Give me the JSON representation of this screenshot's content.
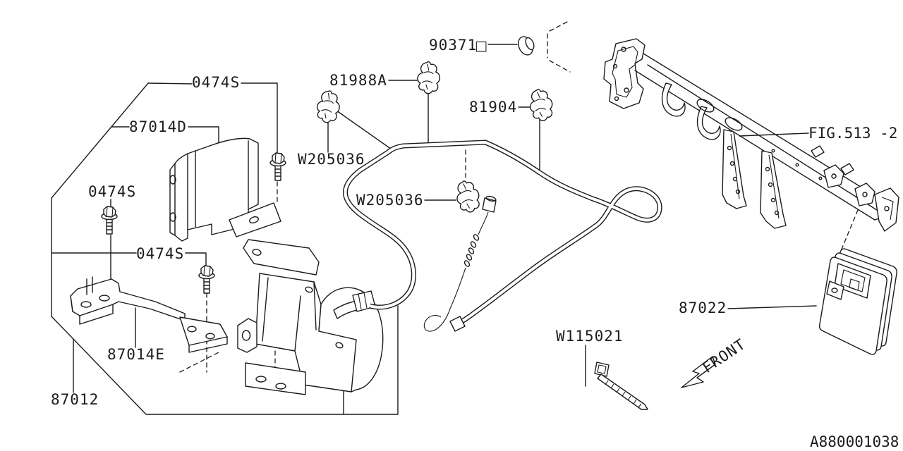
{
  "diagram_title": "Cruise control equipment parts diagram",
  "labels": {
    "p0474s_a": "0474S",
    "p87014d": "87014D",
    "p0474s_b": "0474S",
    "p0474s_c": "0474S",
    "p87014e": "87014E",
    "p87012": "87012",
    "w205036_a": "W205036",
    "w205036_b": "W205036",
    "p81988a": "81988A",
    "p81904": "81904",
    "p90371": "90371",
    "p90371_box": "□",
    "fig_ref": "FIG.513 -2",
    "p87022": "87022",
    "w115021": "W115021",
    "front": "FRONT",
    "doc_id": "A880001038"
  },
  "icons": {
    "front_arrow": "arrow-down-left",
    "bolt": "flange-bolt",
    "clip": "cable-clip",
    "grommet": "plug-grommet",
    "cable_tie": "cable-tie"
  },
  "colors": {
    "line": "#1b1b1b",
    "background": "#ffffff"
  }
}
